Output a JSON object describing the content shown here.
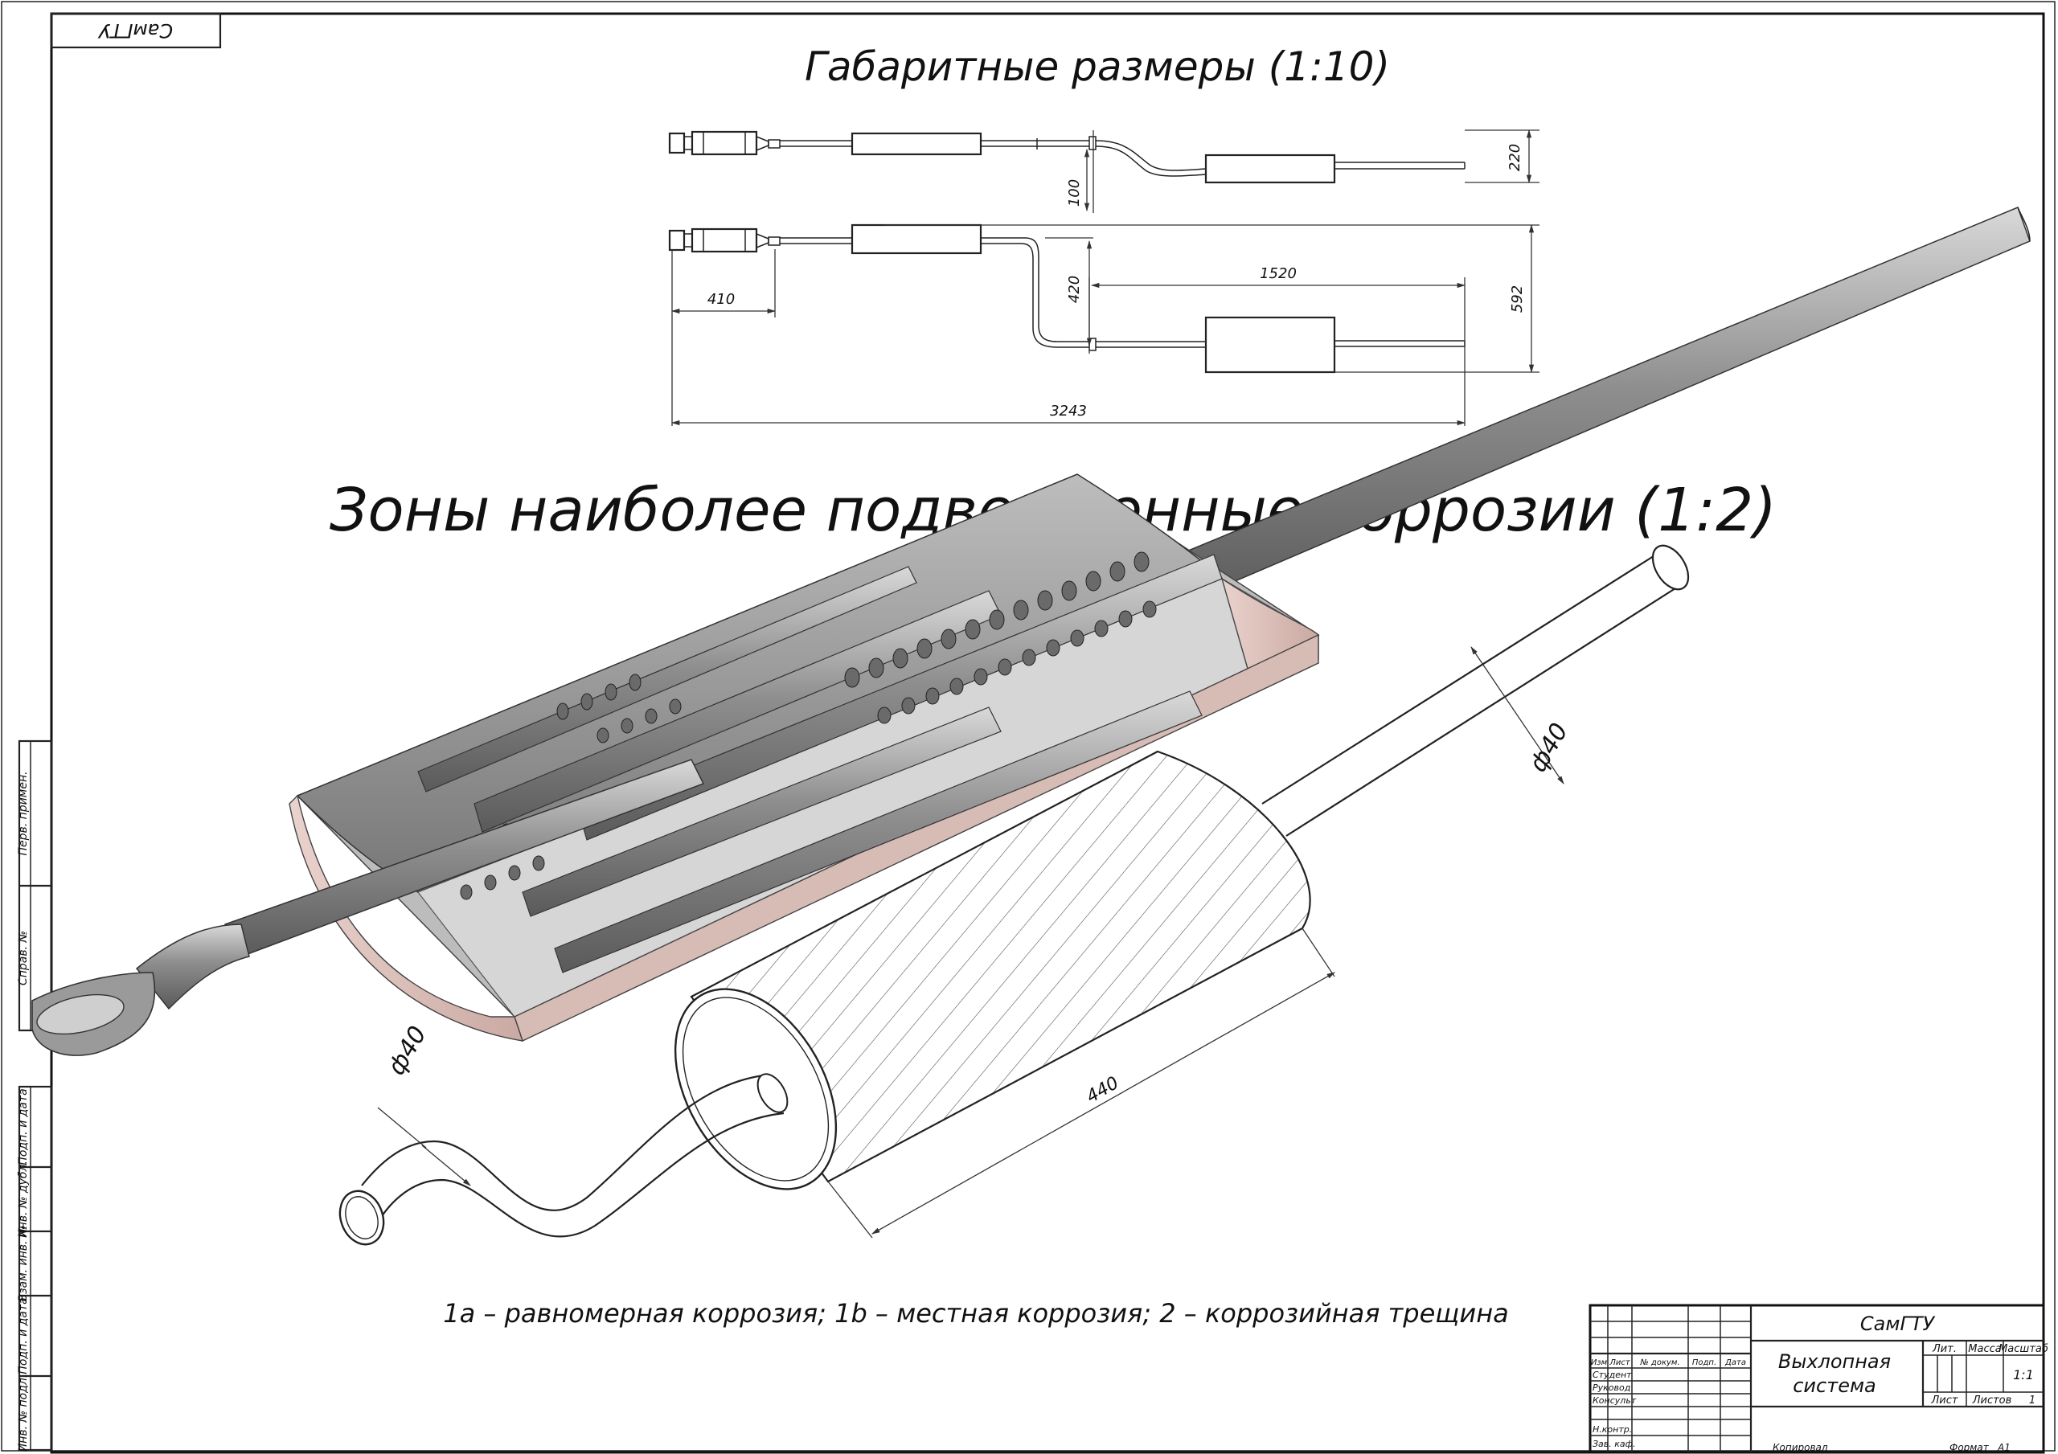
{
  "sheet": {
    "corner_stamp": "СамГТУ",
    "title_overview": "Габаритные размеры (1:10)",
    "title_zones": "Зоны наиболее подверженные коррозии (1:2)",
    "legend": "1a – равномерная коррозия;  1b – местная коррозия;  2 – коррозийная трещина"
  },
  "overview": {
    "dims": {
      "d220": "220",
      "d100": "100",
      "d410": "410",
      "d420": "420",
      "d1520": "1520",
      "d592": "592",
      "d3243": "3243"
    }
  },
  "detail": {
    "dia_top": "ф40",
    "dia_bottom": "ф40",
    "length": "440"
  },
  "side_strips": {
    "upper": [
      "Перв. примен.",
      "Справ. №"
    ],
    "lower": [
      "Подп. и дата",
      "Инв. № дубл.",
      "Взам. инв. №",
      "Подп. и дата",
      "Инв. № подл."
    ]
  },
  "title_block": {
    "org": "СамГТУ",
    "name_line1": "Выхлопная",
    "name_line2": "система",
    "header_cols": [
      "Изм",
      "Лист",
      "№ докум.",
      "Подп.",
      "Дата"
    ],
    "roles": [
      "Студент",
      "Руковод",
      "Консульт",
      "",
      "Н.контр.",
      "Зав. каф."
    ],
    "lit": "Лит.",
    "mass": "Масса",
    "scale": "Масштаб",
    "scale_value": "1:1",
    "sheet": "Лист",
    "sheets": "Листов",
    "sheets_value": "1",
    "copied": "Копировал",
    "format": "Формат",
    "format_value": "А1"
  }
}
